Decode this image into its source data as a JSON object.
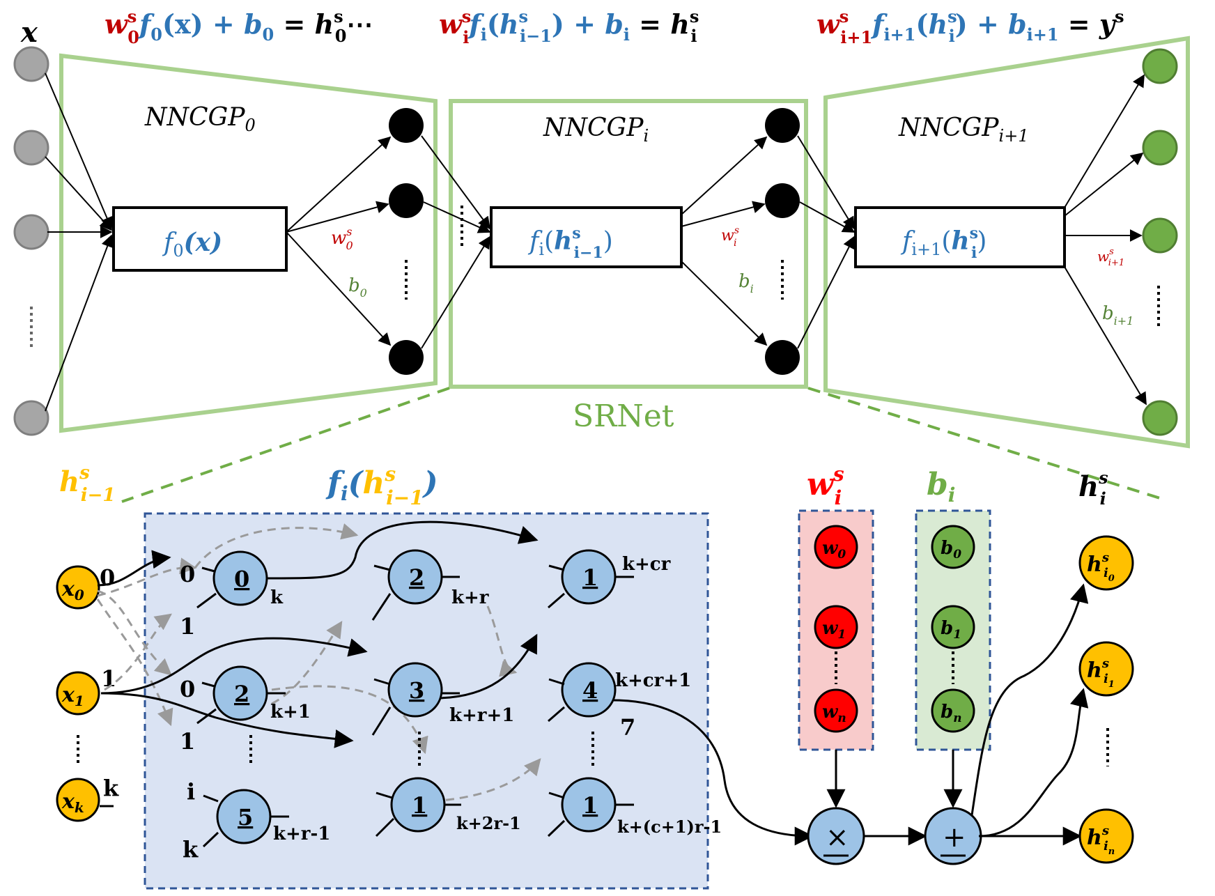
{
  "colors": {
    "green_frame": "#a9d18e",
    "green_dash": "#70ad47",
    "red": "#c00000",
    "blue": "#2e75b6",
    "green_text": "#548235",
    "yellow": "#ffc000",
    "cgp_bg": "#dae3f3",
    "cgp_border": "#2f5597",
    "node_fill": "#9dc3e6",
    "w_bg": "#f8cbcb",
    "b_bg": "#d9ead3",
    "w_node": "#ff0000",
    "b_node": "#70ad47",
    "input_gray": "#a6a6a6",
    "output_green": "#70ad47"
  },
  "top": {
    "x_label": "x",
    "eq1": {
      "w": "w",
      "w_sup": "s",
      "w_sub": "0",
      "f": "f",
      "f_sub": "0",
      "arg": "(x)",
      "plus": " + ",
      "b": "b",
      "b_sub": "0",
      "eq": " = ",
      "h": "h",
      "h_sup": "s",
      "h_sub": "0",
      "dots": "⋯"
    },
    "eq2": {
      "w": "w",
      "w_sup": "s",
      "w_sub": "i",
      "f": "f",
      "f_sub": "i",
      "arg_open": "(",
      "h": "h",
      "h_sup": "s",
      "h_sub": "i−1",
      "arg_close": ")",
      "plus": " + ",
      "b": "b",
      "b_sub": "i",
      "eq": " = ",
      "res": "h",
      "res_sup": "s",
      "res_sub": "i"
    },
    "eq3": {
      "w": "w",
      "w_sup": "s",
      "w_sub": "i+1",
      "f": "f",
      "f_sub": "i+1",
      "arg_open": "(",
      "h": "h",
      "h_sup": "s",
      "h_sub": "i",
      "arg_close": ")",
      "plus": " + ",
      "b": "b",
      "b_sub": "i+1",
      "eq": " = ",
      "y": "y",
      "y_sup": "s"
    },
    "blocks": [
      {
        "title": "NNCGP",
        "title_sub": "0",
        "func": "f",
        "func_sub": "0",
        "func_arg": "(x)",
        "w": "w",
        "w_sup": "s",
        "w_sub": "0",
        "b": "b",
        "b_sub": "0"
      },
      {
        "title": "NNCGP",
        "title_sub": "i",
        "func": "f",
        "func_sub": "i",
        "func_arg_open": "(",
        "func_h": "h",
        "func_h_sup": "s",
        "func_h_sub": "i−1",
        "func_arg_close": ")",
        "w": "w",
        "w_sup": "s",
        "w_sub": "i",
        "b": "b",
        "b_sub": "i"
      },
      {
        "title": "NNCGP",
        "title_sub": "i+1",
        "func": "f",
        "func_sub": "i+1",
        "func_arg_open": "(",
        "func_h": "h",
        "func_h_sup": "s",
        "func_h_sub": "i",
        "func_arg_close": ")",
        "w": "w",
        "w_sup": "s",
        "w_sub": "i+1",
        "b": "b",
        "b_sub": "i+1"
      }
    ],
    "network_label": "SRNet"
  },
  "bottom": {
    "h_in": {
      "h": "h",
      "sup": "s",
      "sub": "i−1"
    },
    "f_title": {
      "f": "f",
      "f_sub": "i",
      "open": "(",
      "h": "h",
      "h_sup": "s",
      "h_sub": "i−1",
      "close": ")"
    },
    "w_title": {
      "w": "w",
      "sup": "s",
      "sub": "i"
    },
    "b_title": {
      "b": "b",
      "sub": "i"
    },
    "h_out_title": {
      "h": "h",
      "sup": "s",
      "sub": "i"
    },
    "inputs": [
      {
        "var": "x",
        "sub": "0",
        "index": "0"
      },
      {
        "var": "x",
        "sub": "1",
        "index": "1"
      },
      {
        "var": "x",
        "sub": "k",
        "index": "k"
      }
    ],
    "cgp_nodes": [
      {
        "func": "0",
        "out": "k",
        "in_a": "0",
        "in_b": "1"
      },
      {
        "func": "2",
        "out": "k+1",
        "in_a": "0",
        "in_b": "1"
      },
      {
        "func": "5",
        "out": "k+r-1",
        "in_a": "i",
        "in_b": "k"
      },
      {
        "func": "2",
        "out": "k+r"
      },
      {
        "func": "3",
        "out": "k+r+1"
      },
      {
        "func": "1",
        "out": "k+2r-1"
      },
      {
        "func": "1",
        "out": "k+cr"
      },
      {
        "func": "4",
        "out": "k+cr+1",
        "extra": "7"
      },
      {
        "func": "1",
        "out": "k+(c+1)r-1"
      }
    ],
    "weights": [
      {
        "w": "w",
        "sub": "0"
      },
      {
        "w": "w",
        "sub": "1"
      },
      {
        "w": "w",
        "sub": "n"
      }
    ],
    "biases": [
      {
        "b": "b",
        "sub": "0"
      },
      {
        "b": "b",
        "sub": "1"
      },
      {
        "b": "b",
        "sub": "n"
      }
    ],
    "multiply_op": "×",
    "add_op": "+",
    "outputs": [
      {
        "h": "h",
        "sup": "s",
        "sub": "i",
        "subsub": "0"
      },
      {
        "h": "h",
        "sup": "s",
        "sub": "i",
        "subsub": "1"
      },
      {
        "h": "h",
        "sup": "s",
        "sub": "i",
        "subsub": "n"
      }
    ]
  }
}
